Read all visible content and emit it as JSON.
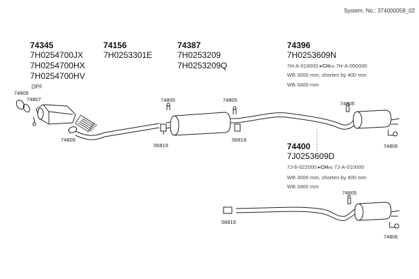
{
  "header": {
    "system_no": "System. No.: 374000058_02"
  },
  "parts": {
    "p74345": {
      "number": "74345",
      "codes": [
        "7H0254700JX",
        "7H0254700HX",
        "7H0254700HV"
      ],
      "note": "DPF"
    },
    "p74156": {
      "number": "74156",
      "codes": [
        "7H0253301E"
      ]
    },
    "p74387": {
      "number": "74387",
      "codes": [
        "7H0253209",
        "7H0253209Q"
      ]
    },
    "p74396": {
      "number": "74396",
      "codes": [
        "7H0253609N"
      ],
      "range_from": "7H-A-019000",
      "range_sym": "CH",
      "range_sub": "no",
      "range_to": "7H-A-050000",
      "wb1": "WB 3000 mm, shorten by 400 mm",
      "wb2": "WB 3400 mm"
    },
    "p74400": {
      "number": "74400",
      "codes": [
        "7J0253609D"
      ],
      "range_from": "7J-6-022000",
      "range_sym": "CH",
      "range_sub": "no",
      "range_to": "7J-A-010000",
      "wb1": "WB 3000 mm, shorten by 400 mm",
      "wb2": "WB 3400 mm"
    }
  },
  "callouts": {
    "c74809a": "74809",
    "c74807": "74807",
    "c74809b": "74809",
    "c74805a": "74805",
    "c56819a": "56819",
    "c74805b": "74805",
    "c56819b": "56819",
    "c74805c": "74805",
    "c74806a": "74806",
    "c74805d": "74805",
    "c56819c": "56819",
    "c74806b": "74806"
  },
  "colors": {
    "line": "#222222",
    "fill": "#ffffff",
    "shade": "#cccccc",
    "dash": "#888888"
  }
}
